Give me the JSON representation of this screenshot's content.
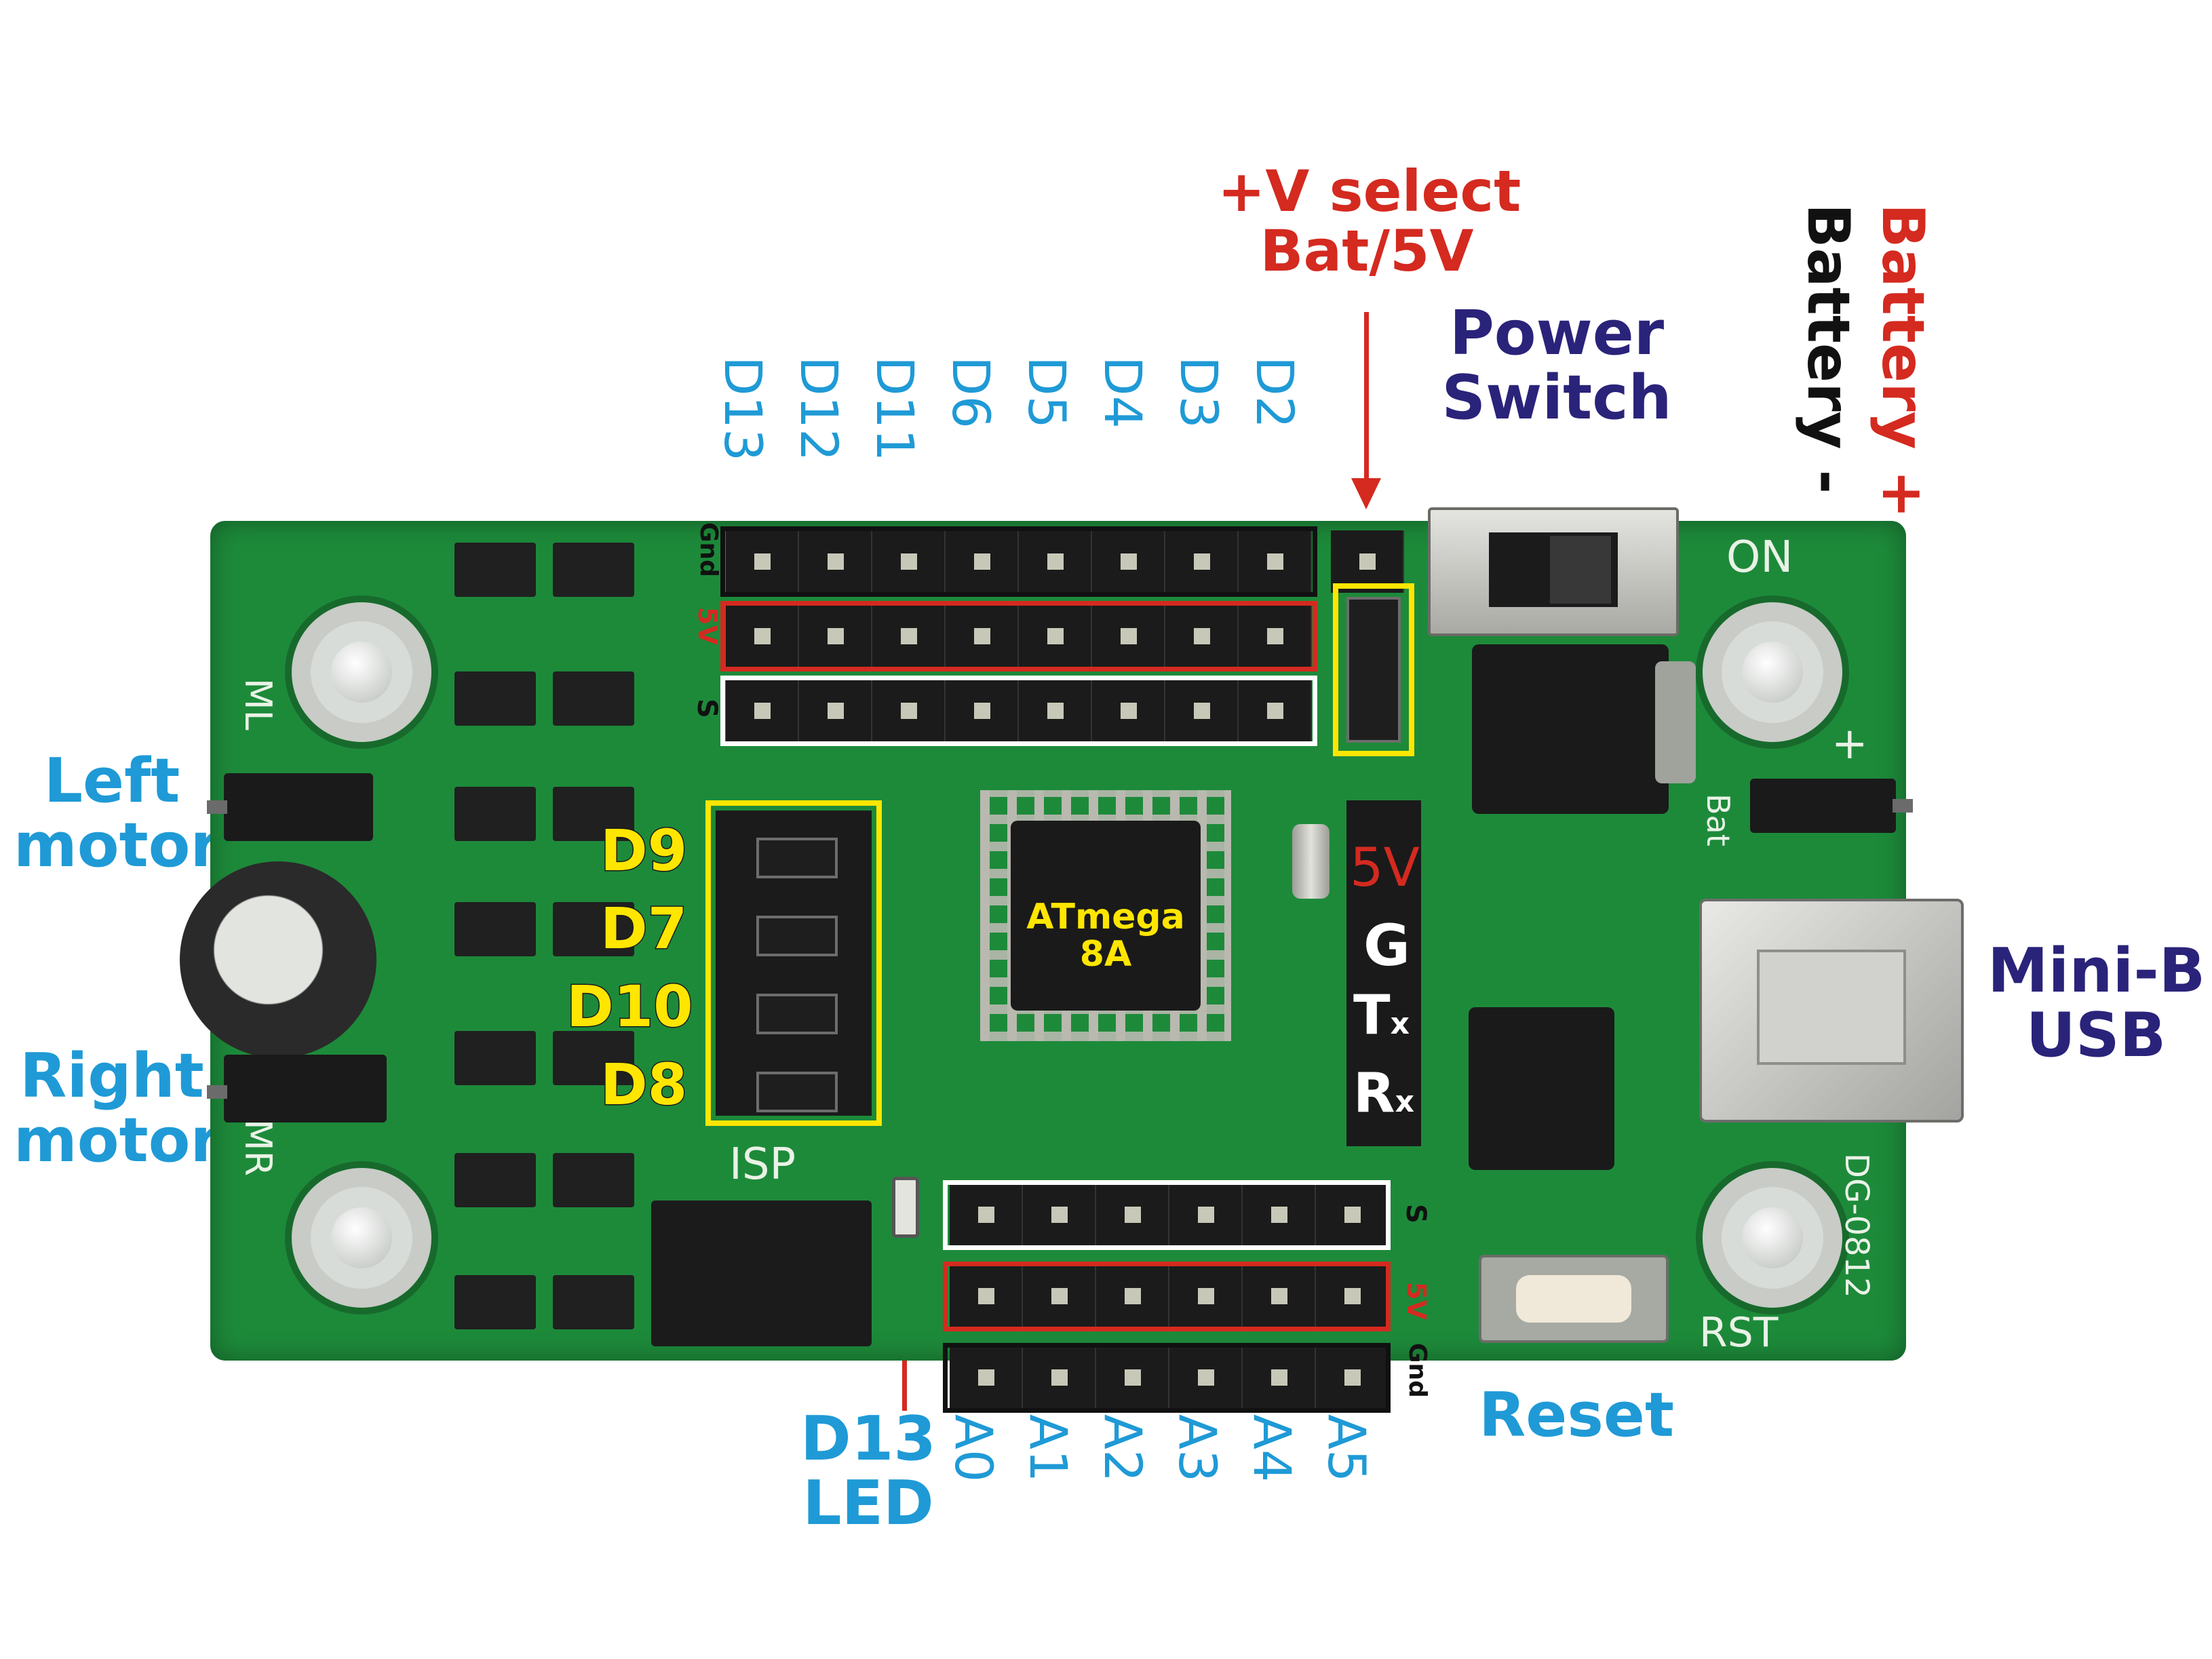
{
  "labels": {
    "v_select_line1": "+V select",
    "v_select_line2": "Bat/5V",
    "power_switch_line1": "Power",
    "power_switch_line2": "Switch",
    "battery_plus": "Battery +",
    "battery_minus": "Battery -",
    "left_motor_line1": "Left",
    "left_motor_line2": "motor",
    "right_motor_line1": "Right",
    "right_motor_line2": "motor",
    "mini_b_line1": "Mini-B",
    "mini_b_line2": "USB",
    "reset": "Reset",
    "d13_led_line1": "D13",
    "d13_led_line2": "LED"
  },
  "top_pins": [
    "D13",
    "D12",
    "D11",
    "D6",
    "D5",
    "D4",
    "D3",
    "D2"
  ],
  "bottom_pins": [
    "A0",
    "A1",
    "A2",
    "A3",
    "A4",
    "A5"
  ],
  "jumper_labels": [
    "D9",
    "D7",
    "D10",
    "D8"
  ],
  "chip": {
    "line1": "ATmega",
    "line2": "8A"
  },
  "serial": {
    "v5": "5V",
    "g": "G",
    "t": "T",
    "t_sub": "x",
    "r": "R",
    "r_sub": "x"
  },
  "silk": {
    "gnd": "Gnd",
    "v5": "5V",
    "s": "S",
    "gnd_b": "Gnd",
    "v5_b": "5V",
    "s_b": "S",
    "ml": "ML",
    "mr": "MR",
    "isp": "ISP",
    "on": "ON",
    "bat": "Bat",
    "plus": "+",
    "rst": "RST",
    "model": "DG-0812"
  },
  "colors": {
    "blue_label": "#1f9ad6",
    "navy_label": "#2a237a",
    "red_label": "#d42a20",
    "yellow_highlight": "#ffe600",
    "pcb_green": "#1d8a3a"
  }
}
